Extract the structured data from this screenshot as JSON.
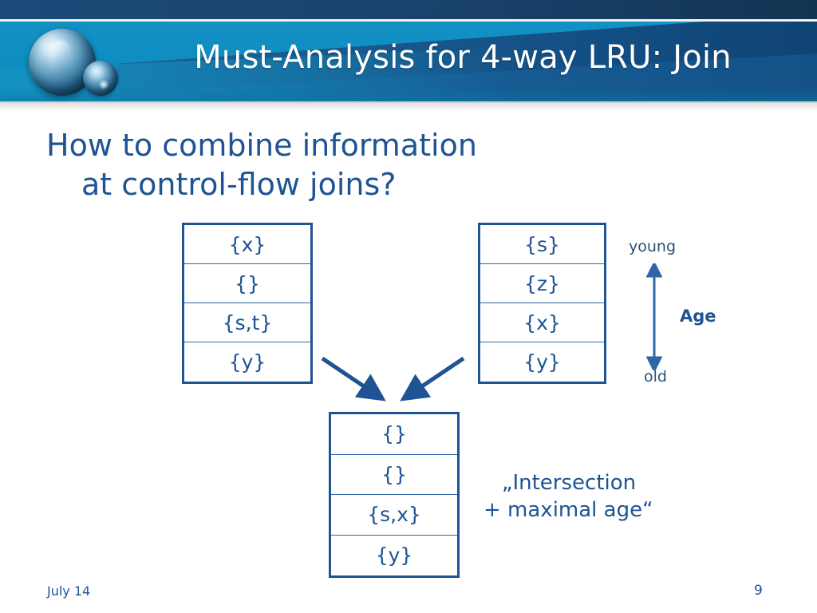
{
  "slide": {
    "header": {
      "title": "Must-Analysis for 4-way LRU: Join",
      "logo_icon": "two-spheres-logo-icon"
    },
    "question": {
      "line1": "How to combine information",
      "line2": "at control-flow joins?"
    },
    "tables": {
      "left": {
        "name": "left-cache-state",
        "rows": [
          "{x}",
          "{}",
          "{s,t}",
          "{y}"
        ]
      },
      "right": {
        "name": "right-cache-state",
        "rows": [
          "{s}",
          "{z}",
          "{x}",
          "{y}"
        ]
      },
      "result": {
        "name": "joined-cache-state",
        "rows": [
          "{}",
          "{}",
          "{s,x}",
          "{y}"
        ]
      }
    },
    "age_axis": {
      "top_label": "young",
      "bottom_label": "old",
      "axis_label": "Age"
    },
    "caption": {
      "line1": "„Intersection",
      "line2": "+ maximal age“"
    },
    "footer": {
      "date": "July 14",
      "page_number": "9"
    },
    "colors": {
      "accent_blue": "#1f5394",
      "banner_cyan": "#0f8ec2",
      "banner_navy": "#1a4471",
      "text_blue": "#2b4f76"
    }
  }
}
